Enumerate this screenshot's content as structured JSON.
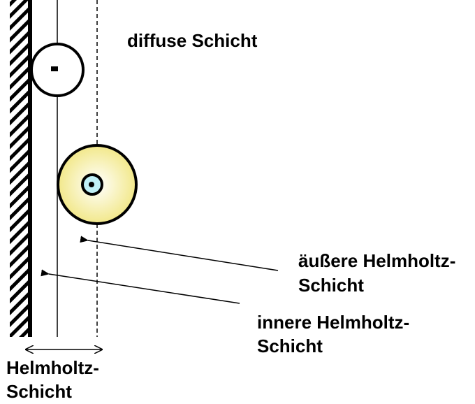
{
  "labels": {
    "diffuse_layer": "diffuse Schicht",
    "outer_helmholtz_line1": "äußere Helmholtz-",
    "outer_helmholtz_line2": "Schicht",
    "inner_helmholtz_line1": "innere Helmholtz-",
    "inner_helmholtz_line2": "Schicht",
    "helmholtz_line1": "Helmholtz-",
    "helmholtz_line2": "Schicht"
  },
  "symbols": {
    "anion_charge": "-"
  },
  "colors": {
    "stroke": "#000000",
    "hydration_shell_center": "#ffffff",
    "hydration_shell_edge": "#f2e88a",
    "cation_fill": "#bff0f7",
    "wall_hatch": "#000000"
  }
}
